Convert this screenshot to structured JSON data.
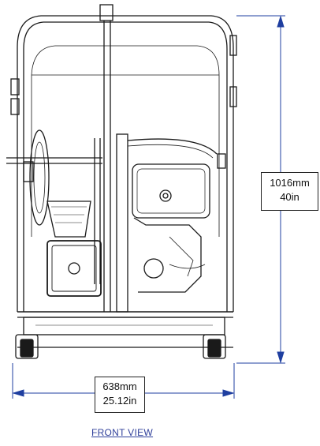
{
  "dimensions": {
    "height": {
      "mm": "1016mm",
      "inches": "40in"
    },
    "width": {
      "mm": "638mm",
      "inches": "25.12in"
    }
  },
  "view_label": "FRONT VIEW",
  "colors": {
    "linework": "#1a1a1a",
    "dimension": "#1f3fa0",
    "label": "#2f3f9a"
  }
}
